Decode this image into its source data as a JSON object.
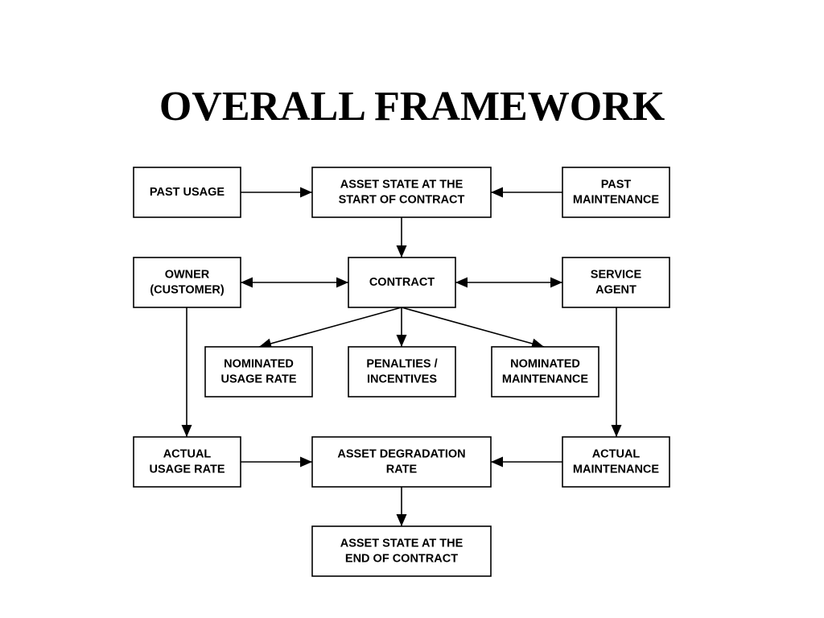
{
  "title": "OVERALL FRAMEWORK",
  "nodes": {
    "past_usage": {
      "lines": [
        "PAST USAGE"
      ]
    },
    "asset_state_start": {
      "lines": [
        "ASSET STATE AT THE",
        "START OF CONTRACT"
      ]
    },
    "past_maintenance": {
      "lines": [
        "PAST",
        "MAINTENANCE"
      ]
    },
    "owner": {
      "lines": [
        "OWNER",
        "(CUSTOMER)"
      ]
    },
    "contract": {
      "lines": [
        "CONTRACT"
      ]
    },
    "service_agent": {
      "lines": [
        "SERVICE",
        "AGENT"
      ]
    },
    "nominated_usage_rate": {
      "lines": [
        "NOMINATED",
        "USAGE RATE"
      ]
    },
    "penalties_incentives": {
      "lines": [
        "PENALTIES /",
        "INCENTIVES"
      ]
    },
    "nominated_maintenance": {
      "lines": [
        "NOMINATED",
        "MAINTENANCE"
      ]
    },
    "actual_usage_rate": {
      "lines": [
        "ACTUAL",
        "USAGE RATE"
      ]
    },
    "asset_degradation_rate": {
      "lines": [
        "ASSET DEGRADATION",
        "RATE"
      ]
    },
    "actual_maintenance": {
      "lines": [
        "ACTUAL",
        "MAINTENANCE"
      ]
    },
    "asset_state_end": {
      "lines": [
        "ASSET STATE AT THE",
        "END OF CONTRACT"
      ]
    }
  },
  "edges": [
    {
      "from": "past_usage",
      "to": "asset_state_start",
      "bidirectional": false
    },
    {
      "from": "past_maintenance",
      "to": "asset_state_start",
      "bidirectional": false
    },
    {
      "from": "asset_state_start",
      "to": "contract",
      "bidirectional": false
    },
    {
      "from": "owner",
      "to": "contract",
      "bidirectional": true
    },
    {
      "from": "contract",
      "to": "service_agent",
      "bidirectional": true
    },
    {
      "from": "contract",
      "to": "nominated_usage_rate",
      "bidirectional": false
    },
    {
      "from": "contract",
      "to": "penalties_incentives",
      "bidirectional": false
    },
    {
      "from": "contract",
      "to": "nominated_maintenance",
      "bidirectional": false
    },
    {
      "from": "owner",
      "to": "actual_usage_rate",
      "bidirectional": false
    },
    {
      "from": "service_agent",
      "to": "actual_maintenance",
      "bidirectional": false
    },
    {
      "from": "actual_usage_rate",
      "to": "asset_degradation_rate",
      "bidirectional": false
    },
    {
      "from": "actual_maintenance",
      "to": "asset_degradation_rate",
      "bidirectional": false
    },
    {
      "from": "asset_degradation_rate",
      "to": "asset_state_end",
      "bidirectional": false
    }
  ]
}
